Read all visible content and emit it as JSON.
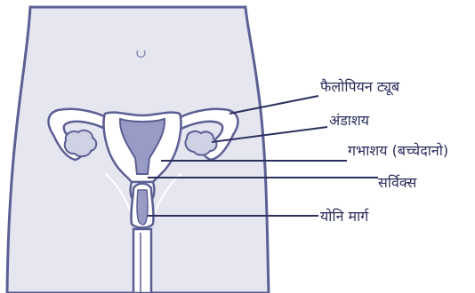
{
  "labels": {
    "fallopian_tube": "फैलोपियन ट्यूब",
    "ovary": "अंडाशय",
    "uterus": "गभाशय (बच्चेदानो)",
    "cervix": "सर्विक्स",
    "vagina": "योनि मार्ग"
  },
  "colors": {
    "body_fill": "#e5e6ef",
    "outline": "#5c5f94",
    "organ_fill": "#9a9bc4",
    "ovary_fill": "#cfd1e4",
    "label_text": "#2a2f5c"
  }
}
